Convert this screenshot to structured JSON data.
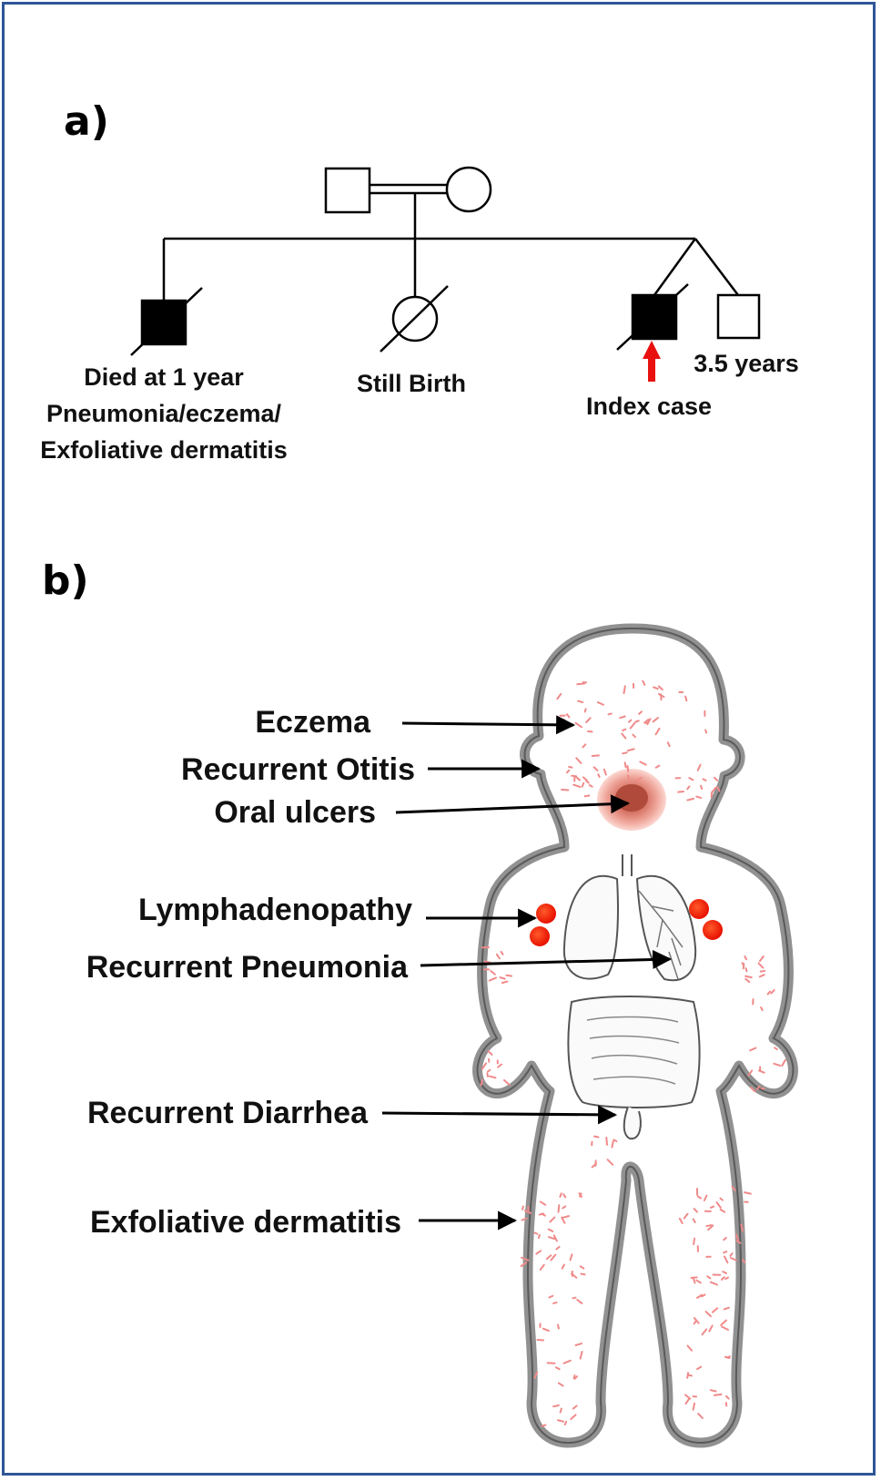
{
  "panels": {
    "a": "a)",
    "b": "b)"
  },
  "pedigree": {
    "labels": {
      "sibling1_line1": "Died at 1 year",
      "sibling1_line2": "Pneumonia/eczema/",
      "sibling1_line3": "Exfoliative dermatitis",
      "sibling2": "Still Birth",
      "index": "Index case",
      "twin": "3.5 years"
    }
  },
  "symptoms": {
    "eczema": "Eczema",
    "otitis": "Recurrent Otitis",
    "oral": "Oral ulcers",
    "lymph": "Lymphadenopathy",
    "pneumonia": "Recurrent Pneumonia",
    "diarrhea": "Recurrent Diarrhea",
    "dermatitis": "Exfoliative dermatitis"
  },
  "colors": {
    "frame": "#2f5597",
    "affected": "#000000",
    "arrow_index": "#e8110f",
    "lymph_node": "#ee1c00",
    "rash": "#f08a8a"
  }
}
